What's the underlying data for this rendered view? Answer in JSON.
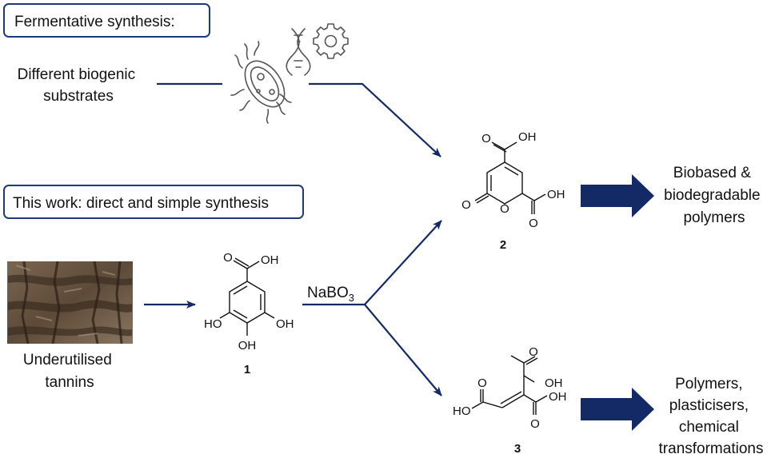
{
  "header_fermentative": "Fermentative synthesis:",
  "header_this_work": "This work: direct and simple synthesis",
  "source_biogenic": [
    "Different biogenic",
    "substrates"
  ],
  "source_tannins": [
    "Underutilised",
    "tannins"
  ],
  "reagent": {
    "main": "NaBO",
    "sub": "3"
  },
  "compound_1": {
    "number": "1",
    "oh_top": "OH",
    "ho_left": "HO",
    "oh_right": "OH",
    "oh_bottom": "OH",
    "o_carbonyl": "O"
  },
  "compound_2": {
    "number": "2",
    "oh_top": "OH",
    "oh_right": "OH",
    "o_top": "O",
    "o_right": "O",
    "o_lactone": "O",
    "o_ring": "O"
  },
  "compound_3": {
    "number": "3",
    "oh_top": "OH",
    "oh_right": "OH",
    "ho_left": "HO",
    "o_top": "O",
    "o_left": "O",
    "o_right": "O"
  },
  "product_2": [
    "Biobased &",
    "biodegradable",
    "polymers"
  ],
  "product_3": [
    "Polymers,",
    "plasticisers,",
    "chemical",
    "transformations"
  ],
  "colors": {
    "accent": "#142a66",
    "frame": "#1f3a7a",
    "bark": "#6e5a43"
  },
  "icons": [
    "bacterium-icon",
    "dna-icon",
    "gear-icon",
    "bark-image"
  ]
}
